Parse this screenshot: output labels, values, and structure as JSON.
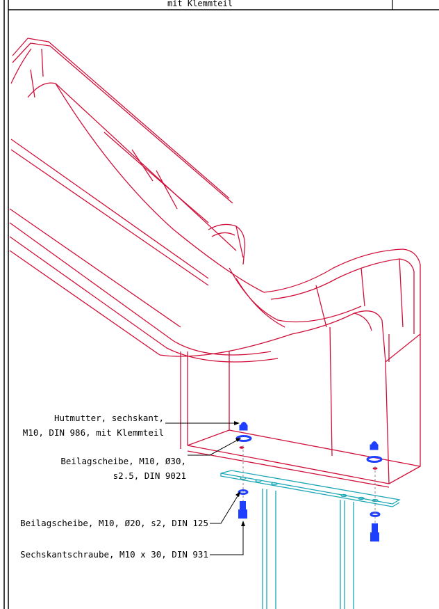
{
  "title_block": {
    "title": "mit Klemmteil"
  },
  "callouts": {
    "cap_nut_line1": "Hutmutter, sechskant,",
    "cap_nut_line2": "M10, DIN 986, mit Klemmteil",
    "washer_large_line1": "Beilagscheibe, M10, Ø30,",
    "washer_large_line2": "s2.5, DIN 9021",
    "washer_small": "Beilagscheibe, M10, Ø20, s2, DIN 125",
    "hex_bolt": "Sechskantschraube, M10 x 30, DIN 931"
  },
  "colors": {
    "frame": "#000000",
    "slide": "#d0103a",
    "plate": "#1aa6b7",
    "hardware": "#1f3fff"
  }
}
